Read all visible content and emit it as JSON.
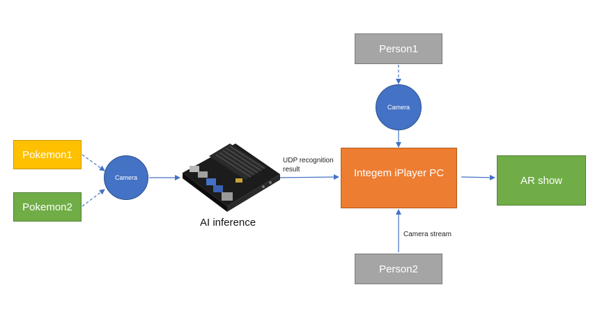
{
  "nodes": {
    "pokemon1": {
      "label": "Pokemon1",
      "color": "#FFC000",
      "border": "#C99700"
    },
    "pokemon2": {
      "label": "Pokemon2",
      "color": "#70AD47",
      "border": "#507E32"
    },
    "camera_left": {
      "label": "Camera",
      "color": "#4472C4",
      "border": "#2F528F"
    },
    "ai_device": {
      "label": "AI inference"
    },
    "camera_top": {
      "label": "Camera",
      "color": "#4472C4",
      "border": "#2F528F"
    },
    "person1": {
      "label": "Person1",
      "color": "#A5A5A5",
      "border": "#787878"
    },
    "iplayer": {
      "label": "Integem iPlayer PC",
      "color": "#ED7D31",
      "border": "#AE5A21"
    },
    "ar_show": {
      "label": "AR show",
      "color": "#70AD47",
      "border": "#507E32"
    },
    "person2": {
      "label": "Person2",
      "color": "#A5A5A5",
      "border": "#787878"
    }
  },
  "edges": {
    "udp_label_line1": "UDP recognition",
    "udp_label_line2": "result",
    "camera_stream_label": "Camera stream"
  },
  "colors": {
    "arrow": "#4472C4"
  }
}
